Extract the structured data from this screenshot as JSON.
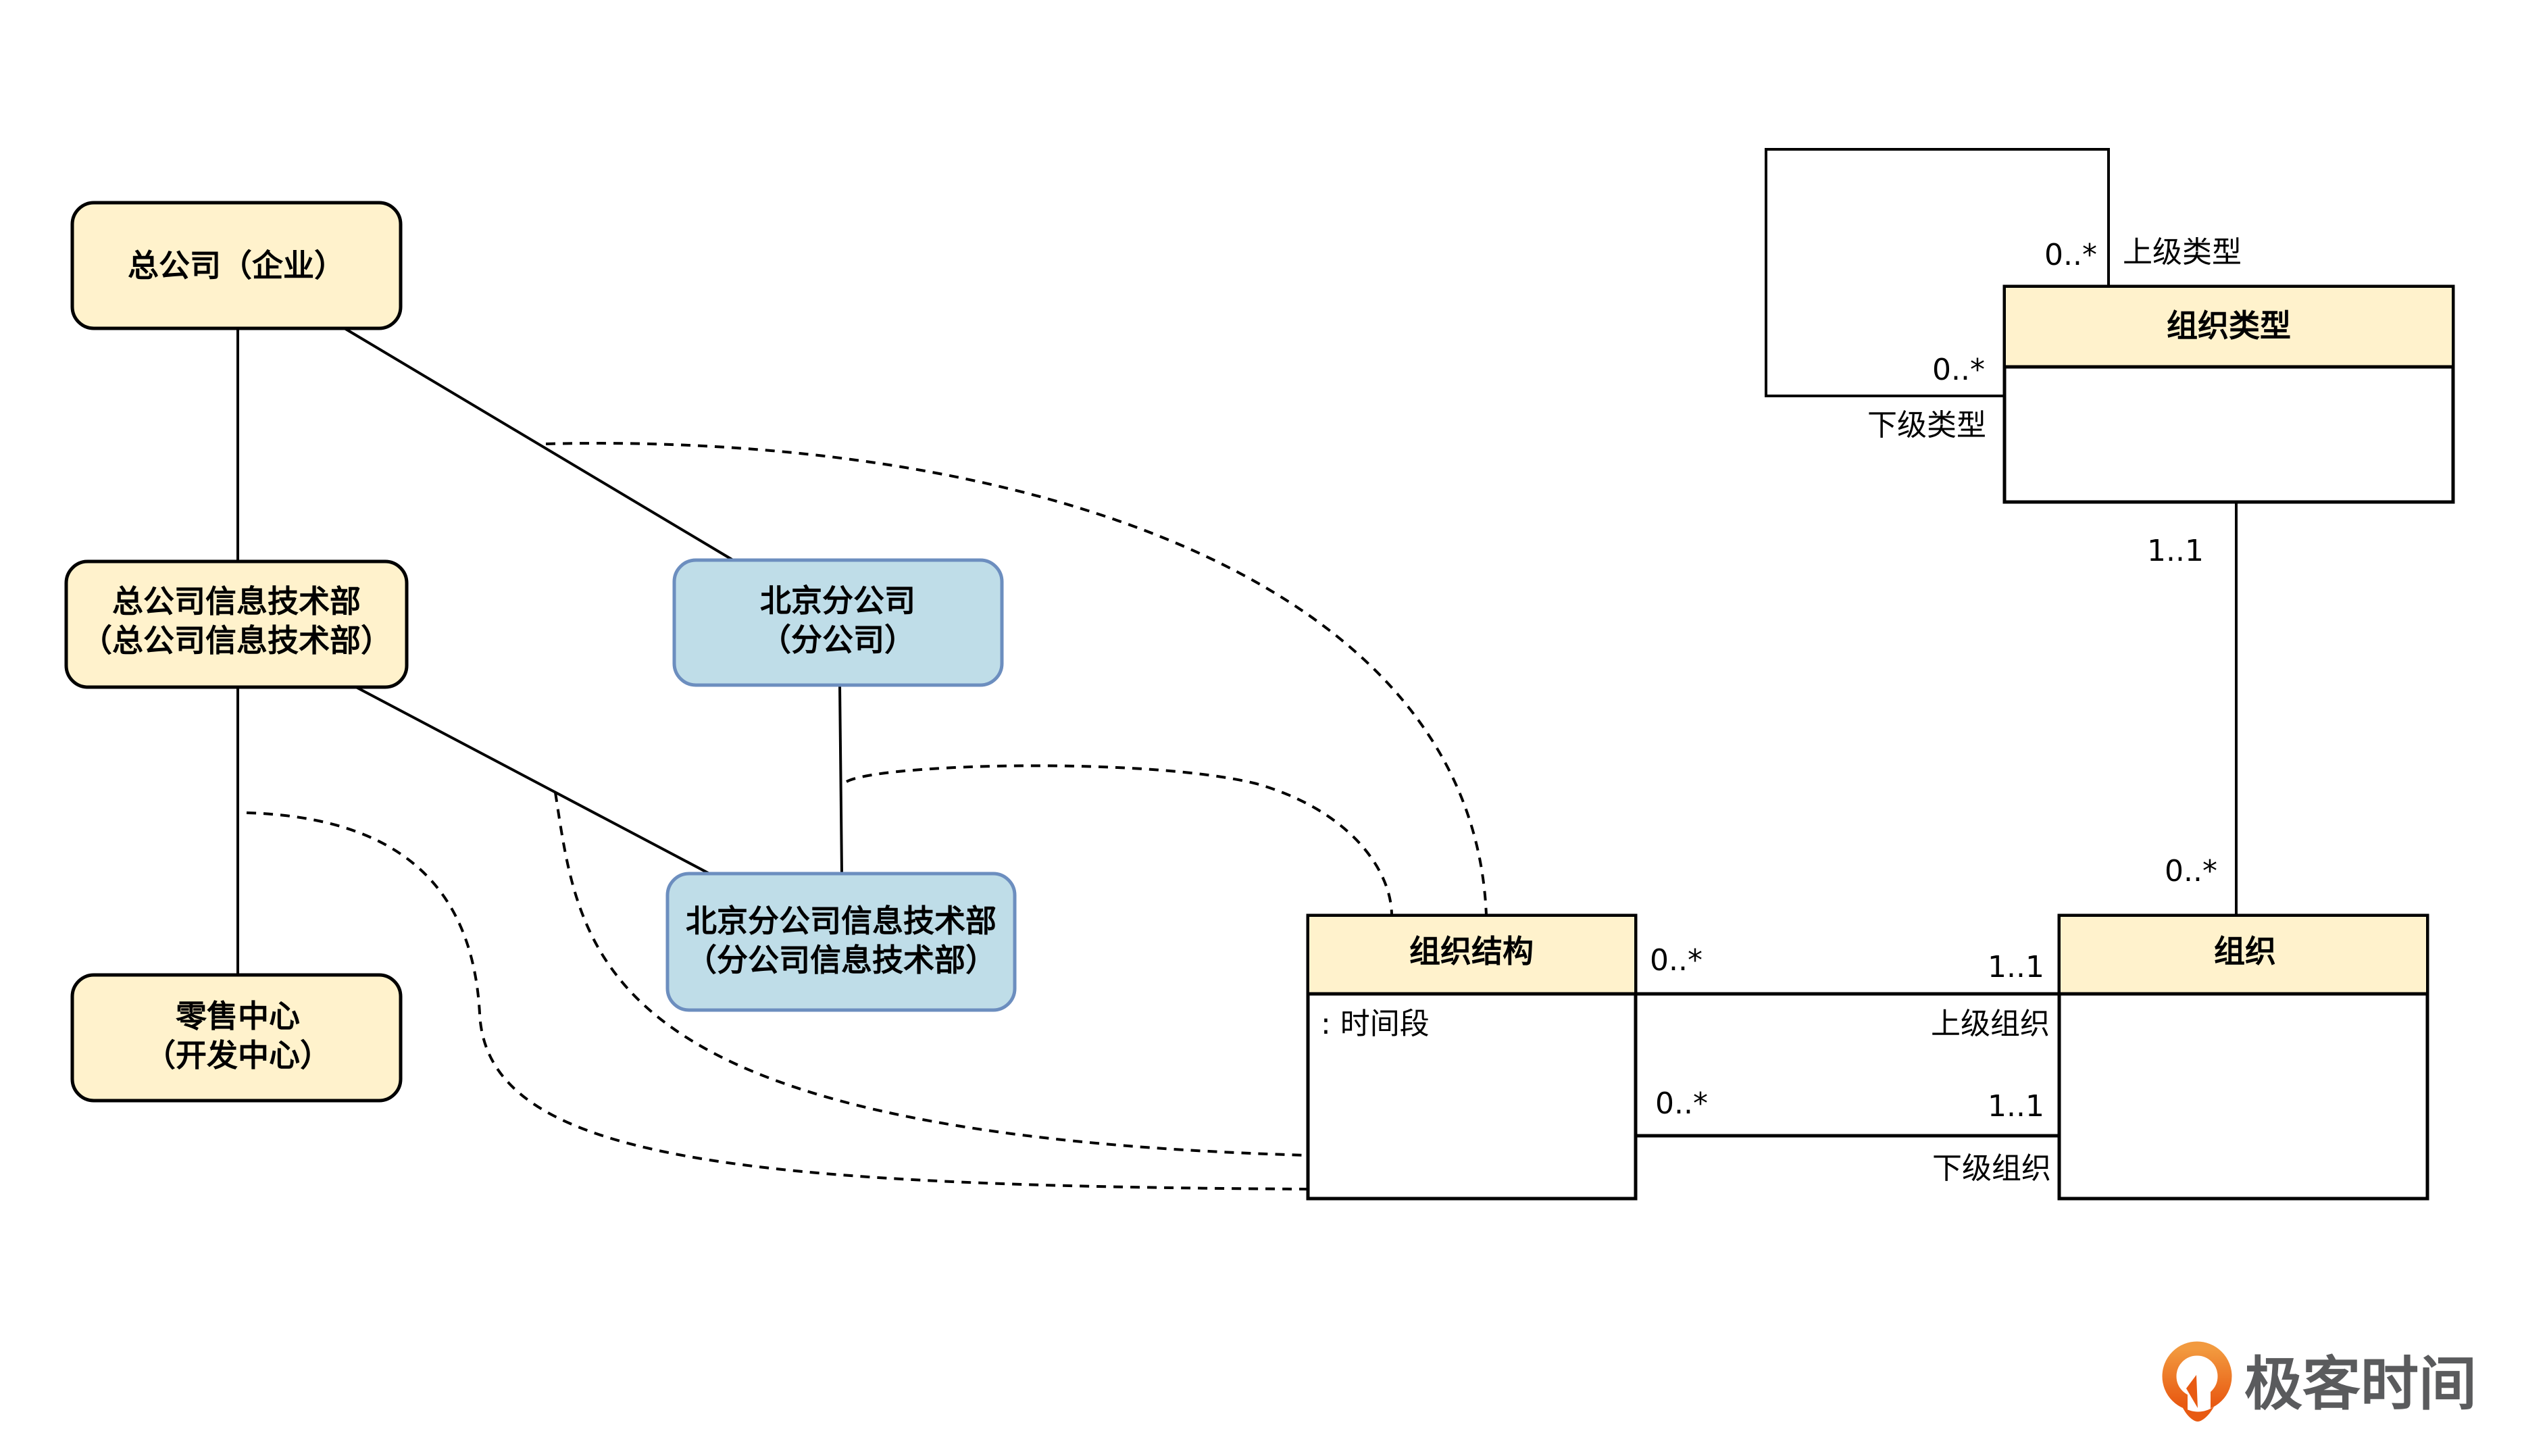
{
  "colors": {
    "yellow_fill": "#fff2cc",
    "blue_fill": "#bfdde8",
    "blue_stroke": "#6c8ebf",
    "line": "#000000",
    "logo_orange": "#ea6a1a",
    "logo_gray": "#5a5b5d"
  },
  "instance_nodes": [
    {
      "id": "hq",
      "lines": [
        "总公司（企业）"
      ],
      "style": "yellow"
    },
    {
      "id": "hq-it",
      "lines": [
        "总公司信息技术部",
        "（总公司信息技术部）"
      ],
      "style": "yellow"
    },
    {
      "id": "retail",
      "lines": [
        "零售中心",
        "（开发中心）"
      ],
      "style": "yellow"
    },
    {
      "id": "bj",
      "lines": [
        "北京分公司",
        "（分公司）"
      ],
      "style": "blue"
    },
    {
      "id": "bj-it",
      "lines": [
        "北京分公司信息技术部",
        "（分公司信息技术部）"
      ],
      "style": "blue"
    }
  ],
  "classes": {
    "org_structure": {
      "title": "组织结构",
      "attribute": ": 时间段"
    },
    "org": {
      "title": "组织"
    },
    "org_type": {
      "title": "组织类型"
    }
  },
  "associations": {
    "type_self": {
      "upper_mult": "0..*",
      "upper_role": "上级类型",
      "lower_mult": "0..*",
      "lower_role": "下级类型"
    },
    "type_org": {
      "type_mult": "1..1",
      "org_mult": "0..*"
    },
    "upper_org": {
      "struct_mult": "0..*",
      "org_mult": "1..1",
      "role": "上级组织"
    },
    "lower_org": {
      "struct_mult": "0..*",
      "org_mult": "1..1",
      "role": "下级组织"
    }
  },
  "logo": {
    "text": "极客时间"
  }
}
